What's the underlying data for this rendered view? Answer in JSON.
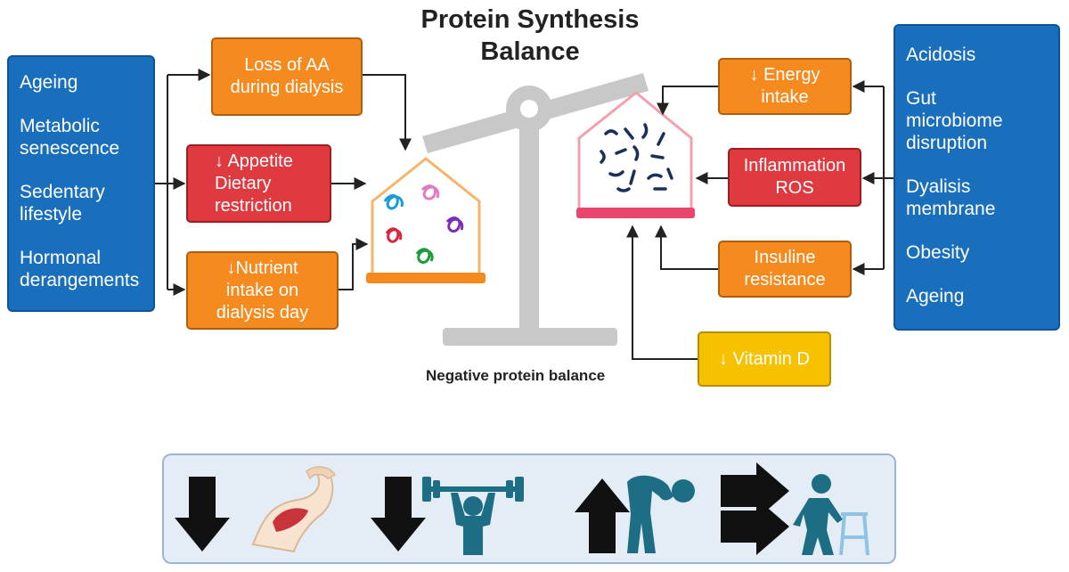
{
  "title": [
    "Protein Synthesis",
    "Balance"
  ],
  "caption": "Negative protein balance",
  "left_factors": [
    "Ageing",
    "Metabolic senescence",
    "Sedentary lifestyle",
    "Hormonal derangements"
  ],
  "right_factors": [
    "Acidosis",
    "Gut microbiome disruption",
    "Dyalisis membrane",
    "Obesity",
    "Ageing"
  ],
  "left_boxes": {
    "loss_aa": [
      "Loss of AA",
      "during dialysis"
    ],
    "appetite": [
      "↓ Appetite",
      "Dietary",
      "restriction"
    ],
    "nutrient": [
      "↓Nutrient",
      "intake on",
      "dialysis day"
    ]
  },
  "right_boxes": {
    "energy": [
      "↓ Energy",
      "intake"
    ],
    "inflammation": [
      "Inflammation",
      "ROS"
    ],
    "insuline": [
      "Insuline",
      "resistance"
    ],
    "vitamin": [
      "↓ Vitamin D"
    ]
  },
  "colors": {
    "blue": "#1a6fbd",
    "orange": "#f58a1f",
    "red": "#e03a41",
    "yellow": "#f6c200",
    "scale_gray": "#c8c8c8",
    "figure_teal": "#1d6e85"
  },
  "bottom_icons": [
    "down-arrow-icon",
    "muscle-arm-icon",
    "down-arrow-icon",
    "weightlifter-icon",
    "up-arrow-icon",
    "bent-person-icon",
    "right-arrows-icon",
    "walker-person-icon"
  ]
}
